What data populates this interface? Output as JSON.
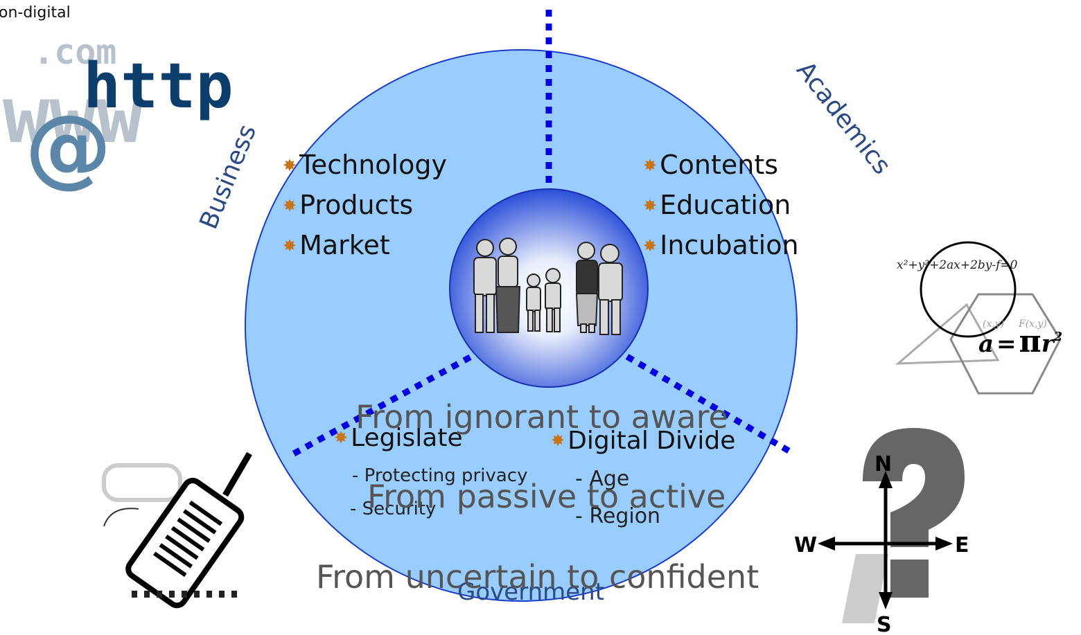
{
  "corner_text": "on-digital",
  "sectors": {
    "business": "Business",
    "academics": "Academics",
    "government": "Government"
  },
  "business_items": [
    "Technology",
    "Products",
    "Market"
  ],
  "academics_items": [
    "Contents",
    "Education",
    "Incubation"
  ],
  "government": {
    "legislate": {
      "title": "Legislate",
      "subs": [
        "- Protecting privacy",
        "- Security"
      ]
    },
    "digital_divide": {
      "title": "Digital Divide",
      "subs": [
        "- Age",
        "- Region"
      ]
    }
  },
  "overlay_lines": [
    "From ignorant to aware",
    "From passive to active",
    "From uncertain to confident"
  ],
  "clipart": {
    "internet": {
      "com": ".com",
      "http": "http",
      "www": "www",
      "at": "@"
    },
    "math": {
      "equation": "x²+y²+2ax+2by-f=0",
      "formula_a": "a",
      "formula_eq": "=",
      "formula_pi": "π",
      "formula_r": "r",
      "formula_exp": "2",
      "point": "(x,y)",
      "func": "F(x,y)"
    },
    "compass": {
      "n": "N",
      "s": "S",
      "e": "E",
      "w": "W"
    }
  },
  "colors": {
    "outer_circle": "#99ccff",
    "inner_circle": "#3355dd",
    "divider": "#0000dd",
    "sector_label": "#2b4a85"
  }
}
